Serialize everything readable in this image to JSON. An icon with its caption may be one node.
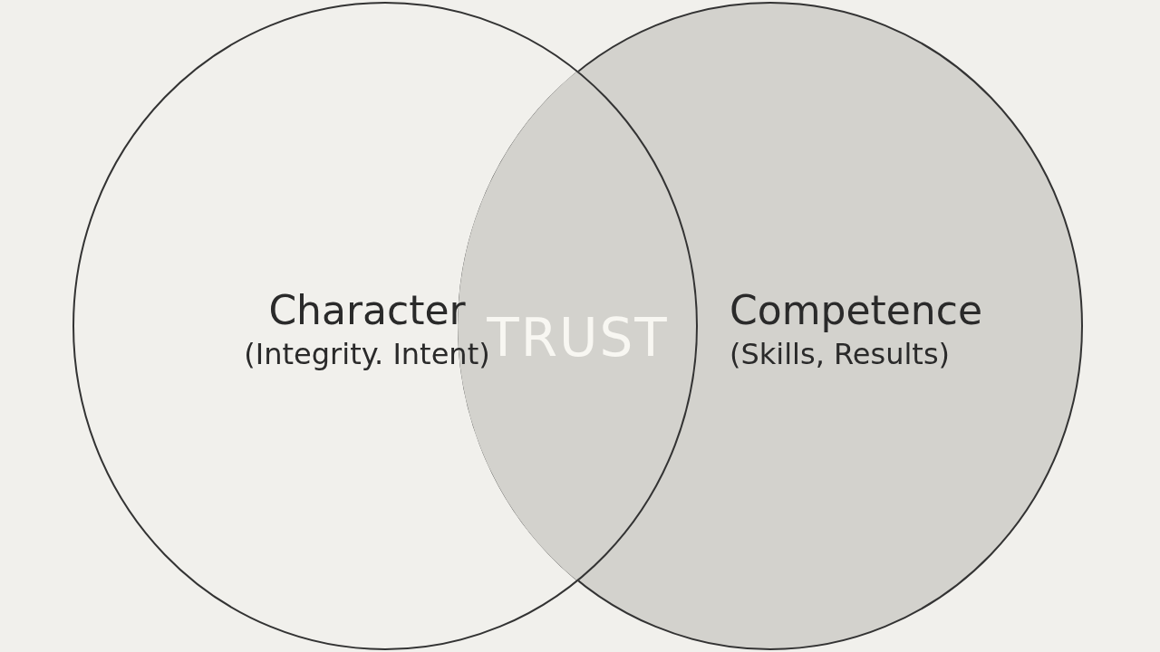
{
  "diagram": {
    "nodes": [
      {
        "text": [
          "Character",
          "(Integrity. Intent)"
        ]
      },
      {
        "text": [
          "Competence",
          "(Skills, Results)"
        ]
      },
      {
        "text": [
          "TRUST"
        ]
      }
    ]
  }
}
